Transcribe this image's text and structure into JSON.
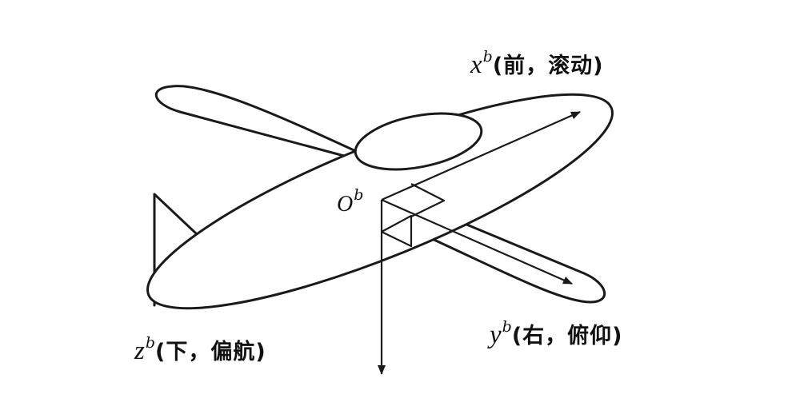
{
  "axes": {
    "x": {
      "var": "x",
      "sup": "b",
      "desc": "(前，滚动)"
    },
    "y": {
      "var": "y",
      "sup": "b",
      "desc": "(右，俯仰)"
    },
    "z": {
      "var": "z",
      "sup": "b",
      "desc": "(下，偏航)"
    }
  },
  "origin": {
    "var": "O",
    "sup": "b"
  },
  "colors": {
    "stroke": "#1a1a1a",
    "text": "#111111",
    "background": "#ffffff"
  }
}
